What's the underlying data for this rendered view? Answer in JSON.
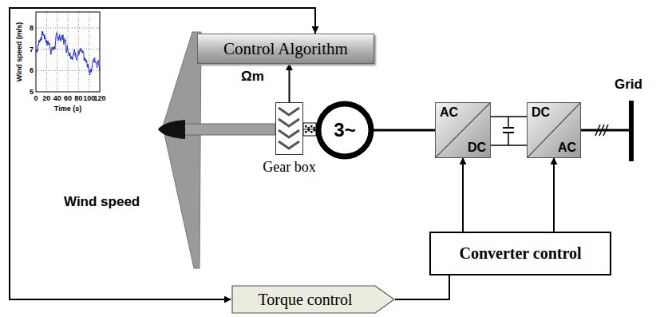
{
  "diagram": {
    "nodes": [
      {
        "text": [
          "Control Algorithm"
        ]
      },
      {
        "text": [
          "Gear box"
        ]
      },
      {
        "text": [
          "3~"
        ]
      },
      {
        "text": [
          "AC",
          "DC"
        ]
      },
      {
        "text": [
          "DC",
          "AC"
        ]
      },
      {
        "text": [
          "Converter control"
        ]
      },
      {
        "text": [
          "Torque control"
        ]
      }
    ],
    "edges": [
      {
        "from": 1,
        "to": 0,
        "arrow": "to",
        "label": "Ωm"
      },
      {
        "from": 1,
        "to": 2,
        "arrow": "none"
      },
      {
        "from": 2,
        "to": 3,
        "arrow": "none"
      },
      {
        "from": 3,
        "to": 4,
        "arrow": "none"
      },
      {
        "from": 5,
        "to": 3,
        "arrow": "to"
      },
      {
        "from": 5,
        "to": 4,
        "arrow": "to"
      },
      {
        "from": 6,
        "to": 5,
        "arrow": "none"
      }
    ],
    "labels": [
      "Wind speed (m/s)",
      "Time (s)",
      "0",
      "20",
      "40",
      "60",
      "80",
      "100",
      "120",
      "5",
      "6",
      "7",
      "8",
      "Wind speed",
      "Grid"
    ]
  }
}
